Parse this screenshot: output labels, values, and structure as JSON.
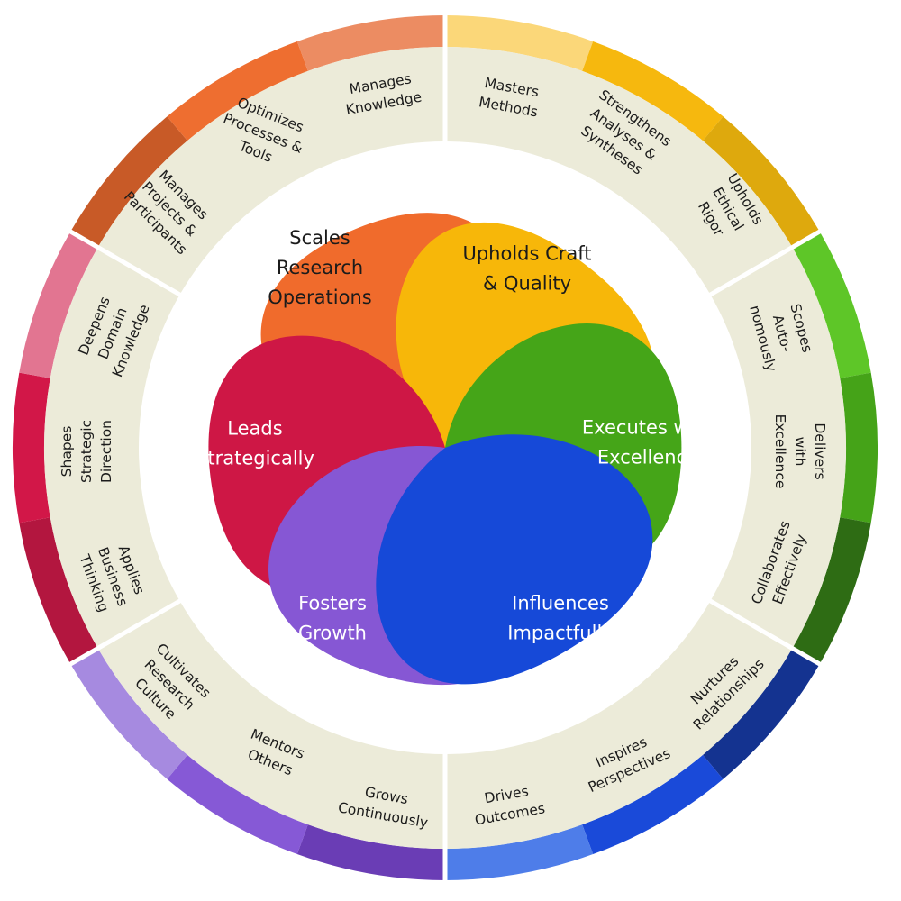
{
  "colors": {
    "background": "#ffffff",
    "inner_ring": "#ecebd9",
    "divider": "#ffffff"
  },
  "segments": [
    {
      "id": "scales",
      "label_lines": [
        "Scales",
        "Research",
        "Operations"
      ],
      "petal_color": "#f06b2c",
      "label_color": "#1b1b1b",
      "skills": [
        {
          "lines": [
            "Manages",
            "Knowledge"
          ],
          "band_color": "#c85a27"
        },
        {
          "lines": [
            "Optimizes",
            "Processes &",
            "Tools"
          ],
          "band_color": "#ee6e30"
        },
        {
          "lines": [
            "Manages",
            "Projects &",
            "Participants"
          ],
          "band_color": "#ec8c62"
        }
      ]
    },
    {
      "id": "leads",
      "label_lines": [
        "Leads",
        "Strategically"
      ],
      "petal_color": "#ce1745",
      "label_color": "#ffffff",
      "skills": [
        {
          "lines": [
            "Deepens",
            "Domain",
            "Knowledge"
          ],
          "band_color": "#b3163f"
        },
        {
          "lines": [
            "Shapes",
            "Strategic",
            "Direction"
          ],
          "band_color": "#d21748"
        },
        {
          "lines": [
            "Applies",
            "Business",
            "Thinking"
          ],
          "band_color": "#e27591"
        }
      ]
    },
    {
      "id": "fosters",
      "label_lines": [
        "Fosters",
        "Growth"
      ],
      "petal_color": "#8657d4",
      "label_color": "#ffffff",
      "skills": [
        {
          "lines": [
            "Cultivates",
            "Research",
            "Culture"
          ],
          "band_color": "#6a3db5"
        },
        {
          "lines": [
            "Mentors",
            "Others"
          ],
          "band_color": "#8659d6"
        },
        {
          "lines": [
            "Grows",
            "Continuously"
          ],
          "band_color": "#a68ae0"
        }
      ]
    },
    {
      "id": "influences",
      "label_lines": [
        "Influences",
        "Impactfully"
      ],
      "petal_color": "#1649d8",
      "label_color": "#ffffff",
      "skills": [
        {
          "lines": [
            "Drives",
            "Outcomes"
          ],
          "band_color": "#143390"
        },
        {
          "lines": [
            "Inspires",
            "Perspectives"
          ],
          "band_color": "#1a4ad9"
        },
        {
          "lines": [
            "Nurtures",
            "Relationships"
          ],
          "band_color": "#4e7de9"
        }
      ]
    },
    {
      "id": "executes",
      "label_lines": [
        "Executes with",
        "Excellence"
      ],
      "petal_color": "#45a518",
      "label_color": "#ffffff",
      "skills": [
        {
          "lines": [
            "Scopes",
            "Auto-",
            "nomously"
          ],
          "band_color": "#5ec628"
        },
        {
          "lines": [
            "Delivers",
            "with",
            "Excellence"
          ],
          "band_color": "#45a318"
        },
        {
          "lines": [
            "Collaborates",
            "Effectively"
          ],
          "band_color": "#2e6c14"
        }
      ]
    },
    {
      "id": "upholds",
      "label_lines": [
        "Upholds Craft",
        "& Quality"
      ],
      "petal_color": "#f7b709",
      "label_color": "#1b1b1b",
      "skills": [
        {
          "lines": [
            "Masters",
            "Methods"
          ],
          "band_color": "#fbd779"
        },
        {
          "lines": [
            "Strengthens",
            "Analyses &",
            "Syntheses"
          ],
          "band_color": "#f6b80e"
        },
        {
          "lines": [
            "Upholds",
            "Ethical",
            "Rigor"
          ],
          "band_color": "#dea90d"
        }
      ]
    }
  ]
}
